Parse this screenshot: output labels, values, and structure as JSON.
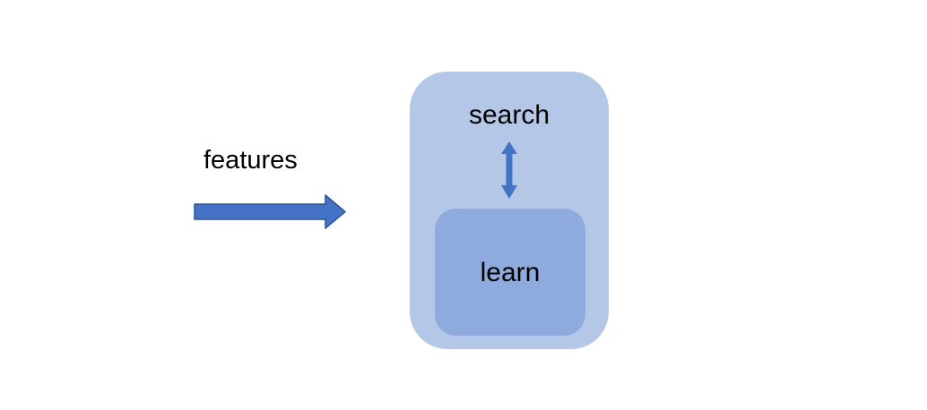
{
  "diagram": {
    "features_label": "features",
    "search_label": "search",
    "learn_label": "learn",
    "colors": {
      "outer_box": "#b4c7e7",
      "inner_box": "#8faadc",
      "arrow_fill": "#4472c4",
      "arrow_stroke": "#2f5597",
      "text": "#000000"
    }
  }
}
